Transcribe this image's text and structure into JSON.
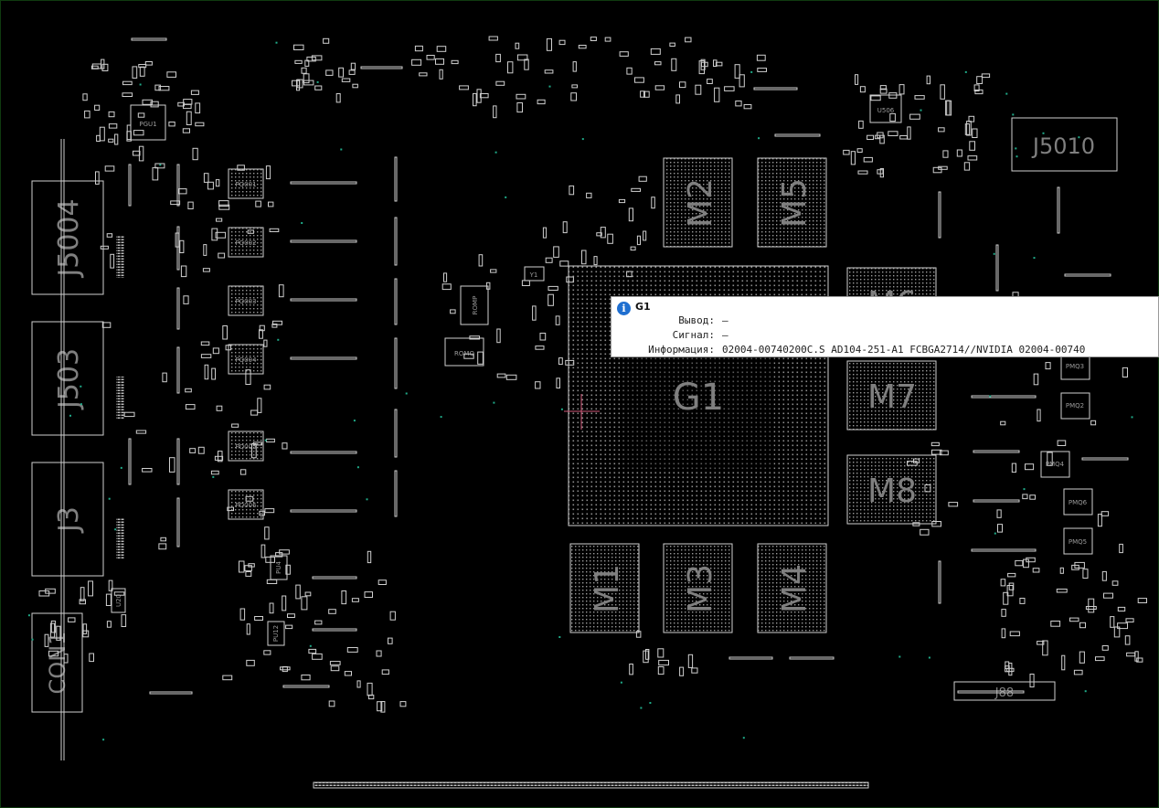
{
  "colors": {
    "background": "#000000",
    "outline": "#cfcfcf",
    "label": "#7f7f7f",
    "marker": "#d25a7a",
    "via": "#1faa88",
    "tooltip_icon": "#1f6fd0"
  },
  "components": {
    "G1": "G1",
    "M1": "M1",
    "M2": "M2",
    "M3": "M3",
    "M4": "M4",
    "M5": "M5",
    "M6": "M6",
    "M7": "M7",
    "M8": "M8",
    "J5004": "J5004",
    "J503": "J503",
    "J3": "J3",
    "CON1": "CON1",
    "J5010": "J5010",
    "J88": "J88",
    "ROMQ": "ROMQ",
    "ROMP": "ROMP",
    "Y1": "Y1",
    "PGU1": "PGU1",
    "U506": "U506",
    "U20": "U20",
    "PQ001": "PQ001",
    "PQ002": "PQ002",
    "PQ003": "PQ003",
    "PQ004": "PQ004",
    "PQ005": "PQ005",
    "PQ006": "PQ006",
    "PU4": "PU4",
    "PU12": "PU12",
    "PMQ2": "PMQ2",
    "PMQ3": "PMQ3",
    "PMQ4": "PMQ4",
    "PMQ5": "PMQ5",
    "PMQ6": "PMQ6"
  },
  "tooltip": {
    "icon": "info-icon",
    "title": "G1",
    "pin_label": "Вывод:",
    "pin_value": "—",
    "signal_label": "Сигнал:",
    "signal_value": "—",
    "info_label": "Информация:",
    "info_value": "02004-00740200C.S AD104-251-A1 FCBGA2714//NVIDIA 02004-00740"
  }
}
